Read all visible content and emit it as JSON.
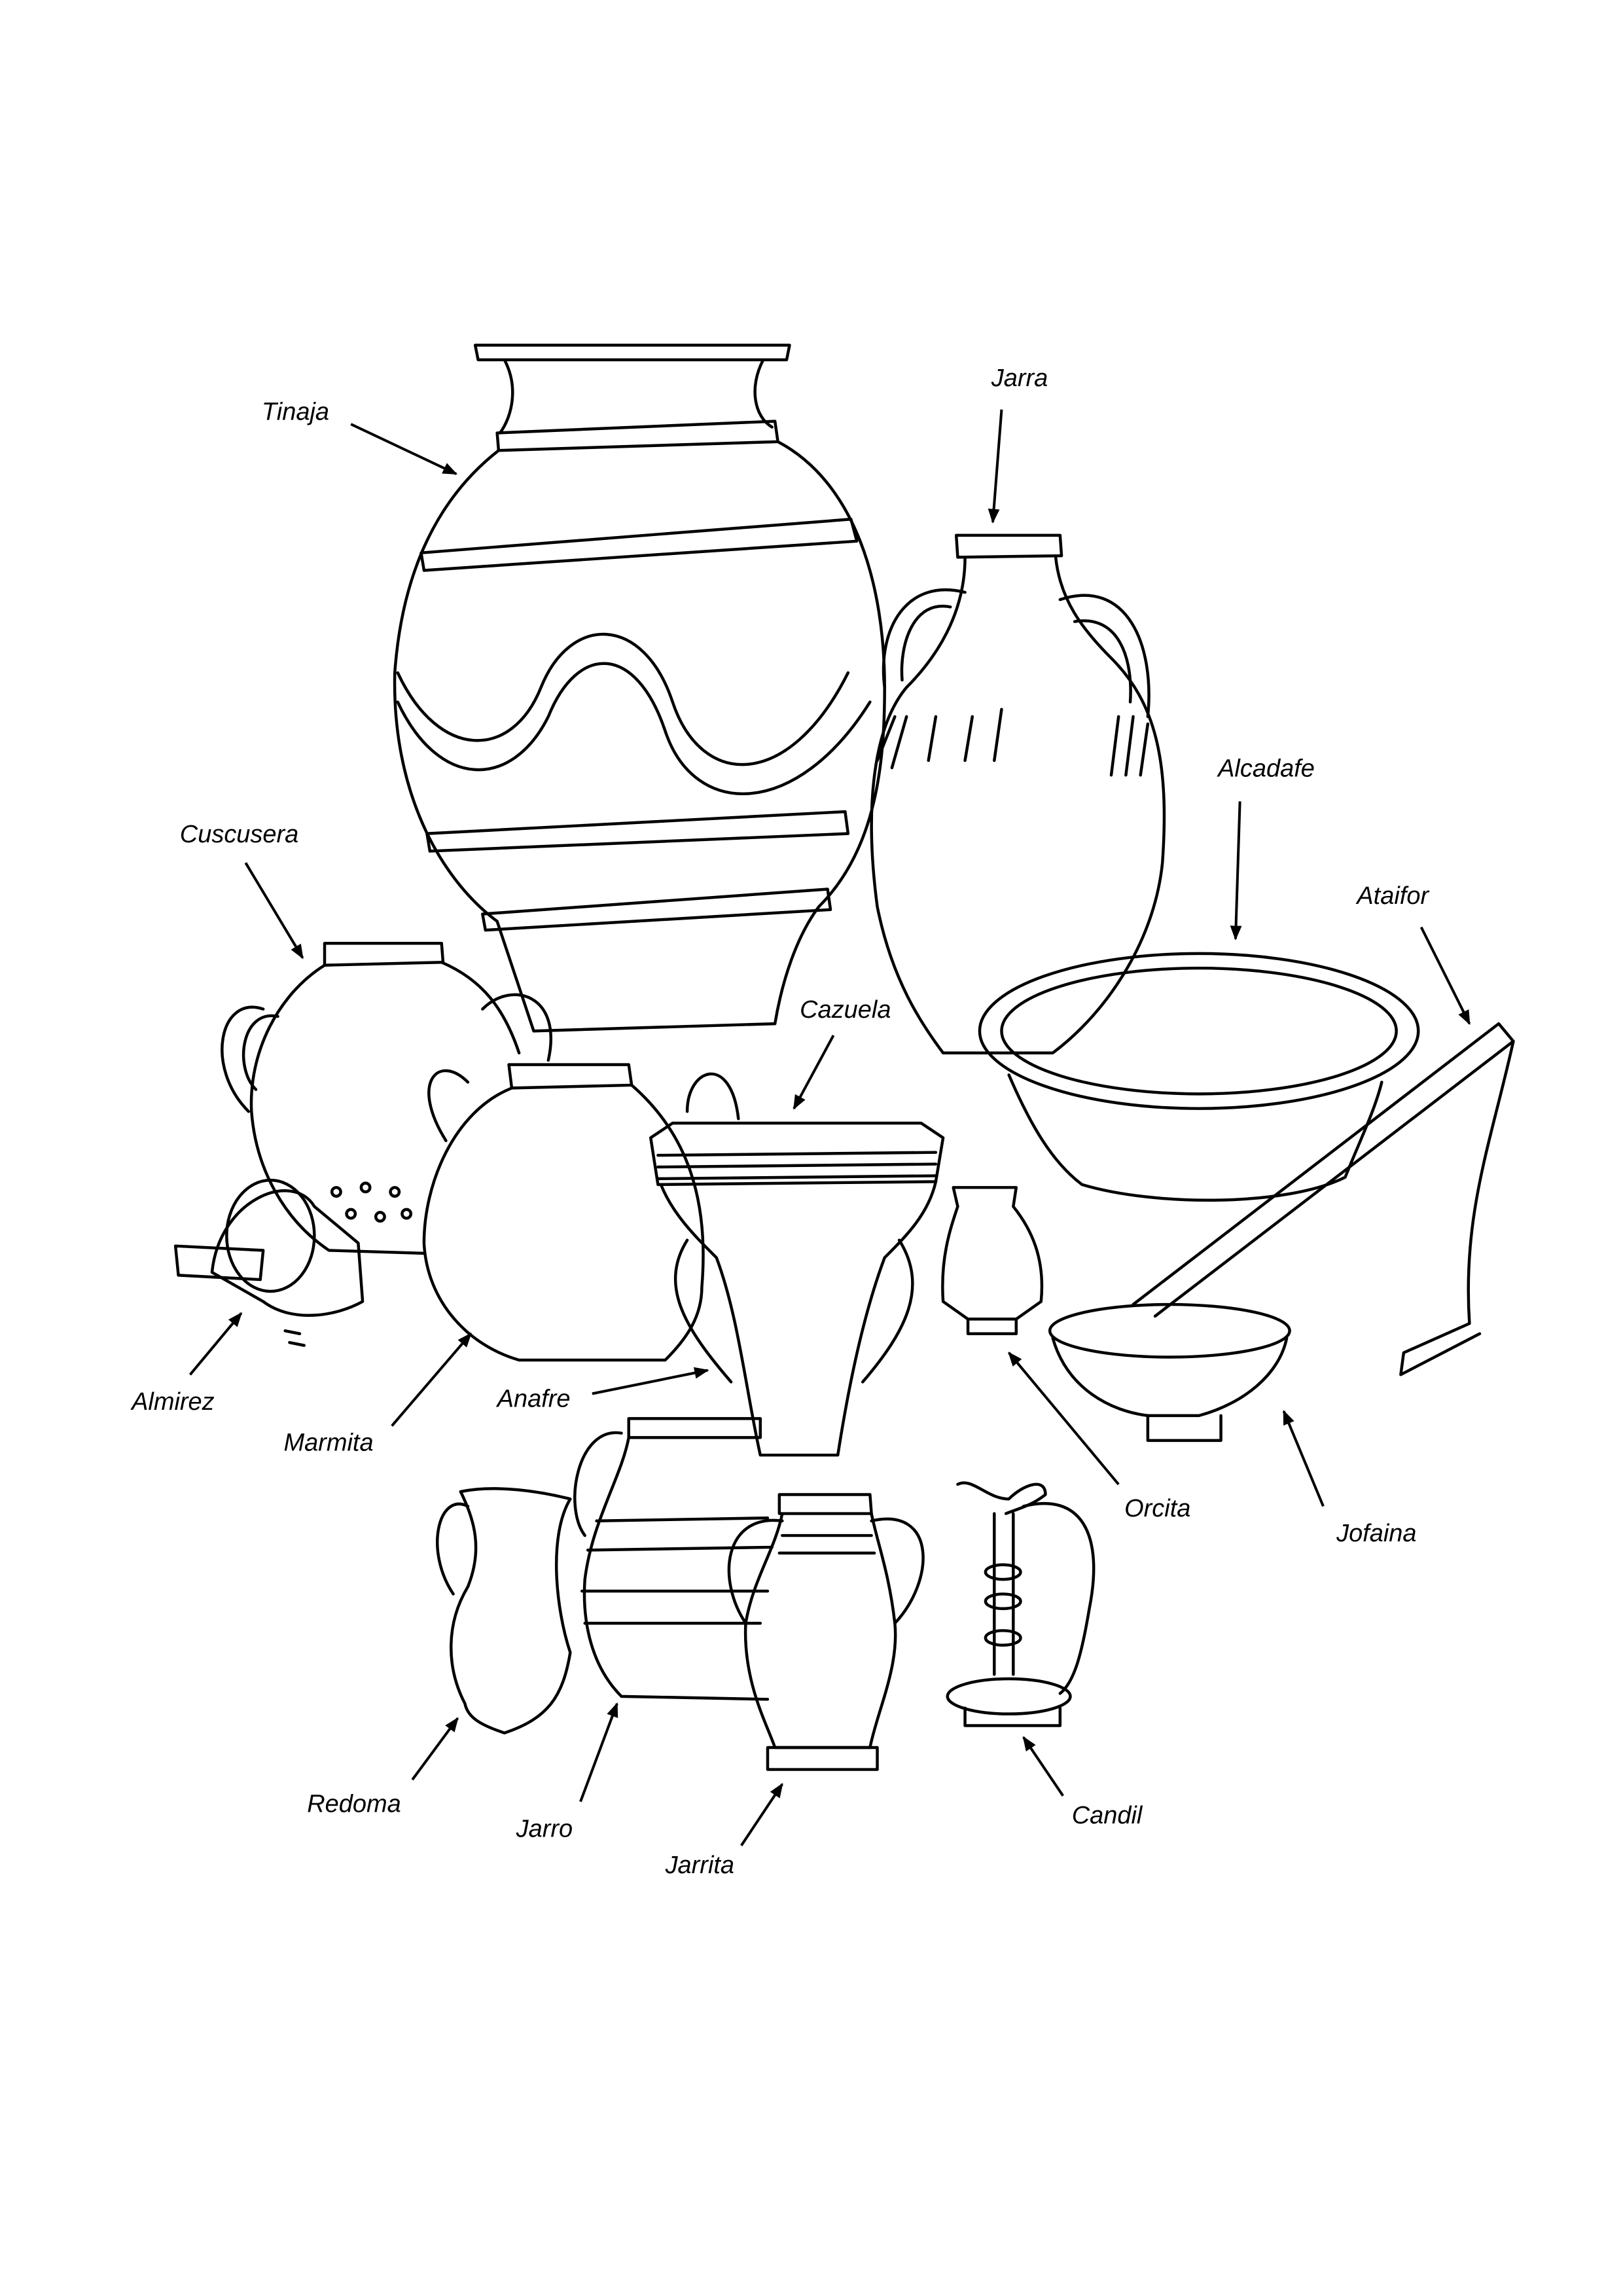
{
  "figure": {
    "labels": {
      "tinaja": "Tinaja",
      "jarra": "Jarra",
      "alcadafe": "Alcadafe",
      "ataifor": "Ataifor",
      "cuscusera": "Cuscusera",
      "cazuela": "Cazuela",
      "almirez": "Almirez",
      "marmita": "Marmita",
      "anafre": "Anafre",
      "orcita": "Orcita",
      "jofaina": "Jofaina",
      "redoma": "Redoma",
      "jarro": "Jarro",
      "jarrita": "Jarrita",
      "candil": "Candil"
    }
  }
}
